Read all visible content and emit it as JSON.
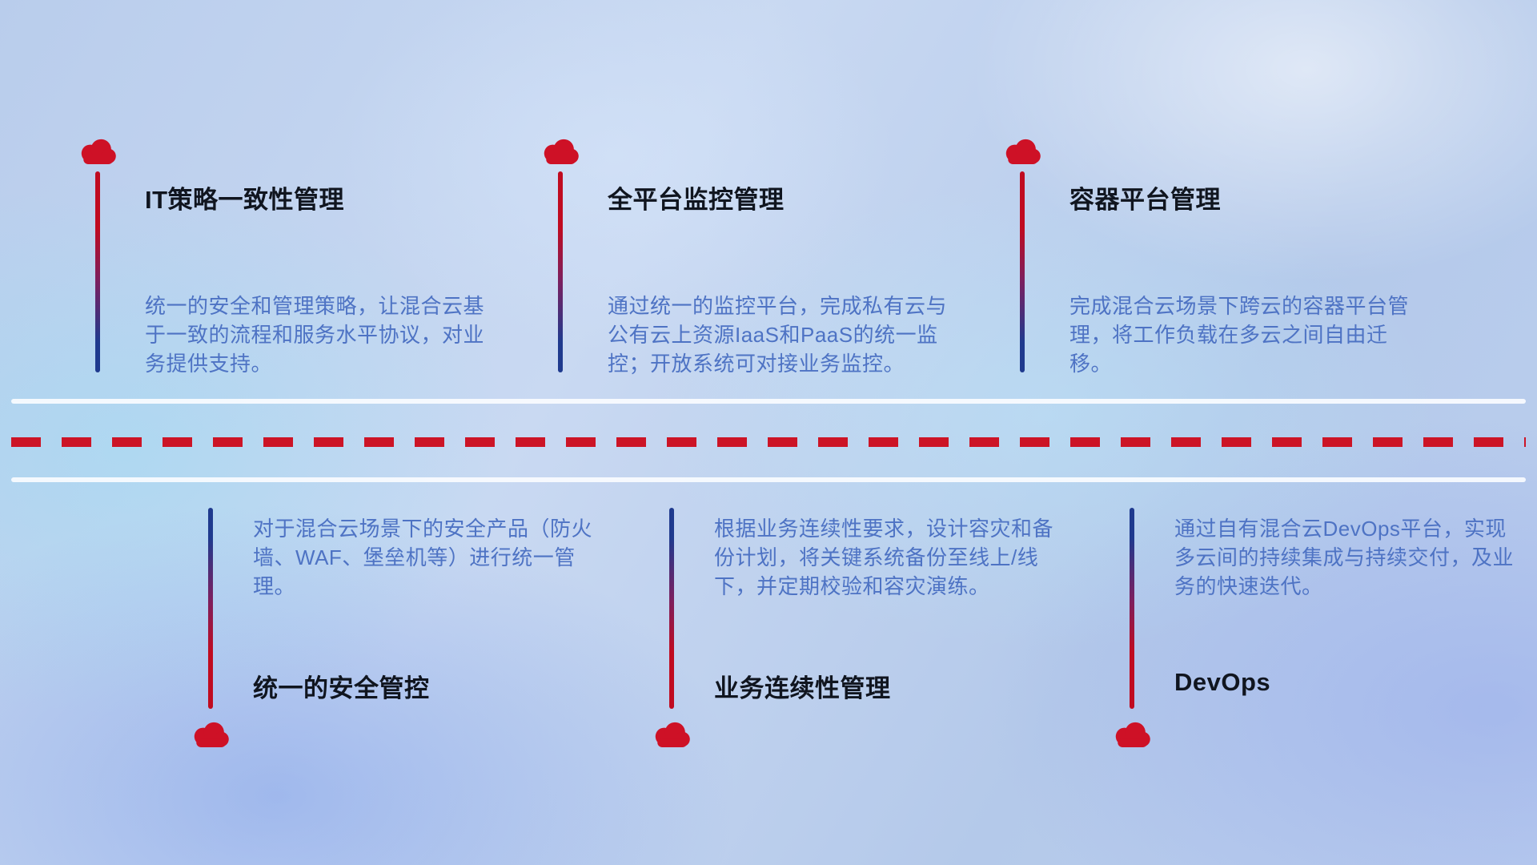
{
  "colors": {
    "cloud_red": "#ce1126",
    "line_red": "#c00b20",
    "line_blue": "#1f3a8e",
    "dash_red": "#cc1426",
    "title_color": "#10151f",
    "desc_color": "#4e73c4"
  },
  "top_items": [
    {
      "title": "IT策略一致性管理",
      "desc": "统一的安全和管理策略，让混合云基于一致的流程和服务水平协议，对业务提供支持。"
    },
    {
      "title": "全平台监控管理",
      "desc": "通过统一的监控平台，完成私有云与公有云上资源IaaS和PaaS的统一监控；开放系统可对接业务监控。"
    },
    {
      "title": "容器平台管理",
      "desc": "完成混合云场景下跨云的容器平台管理，将工作负载在多云之间自由迁移。"
    }
  ],
  "bottom_items": [
    {
      "title": "统一的安全管控",
      "desc": "对于混合云场景下的安全产品（防火墙、WAF、堡垒机等）进行统一管理。"
    },
    {
      "title": "业务连续性管理",
      "desc": "根据业务连续性要求，设计容灾和备份计划，将关键系统备份至线上/线下，并定期校验和容灾演练。"
    },
    {
      "title": "DevOps",
      "desc": "通过自有混合云DevOps平台，实现多云间的持续集成与持续交付，及业务的快速迭代。"
    }
  ]
}
